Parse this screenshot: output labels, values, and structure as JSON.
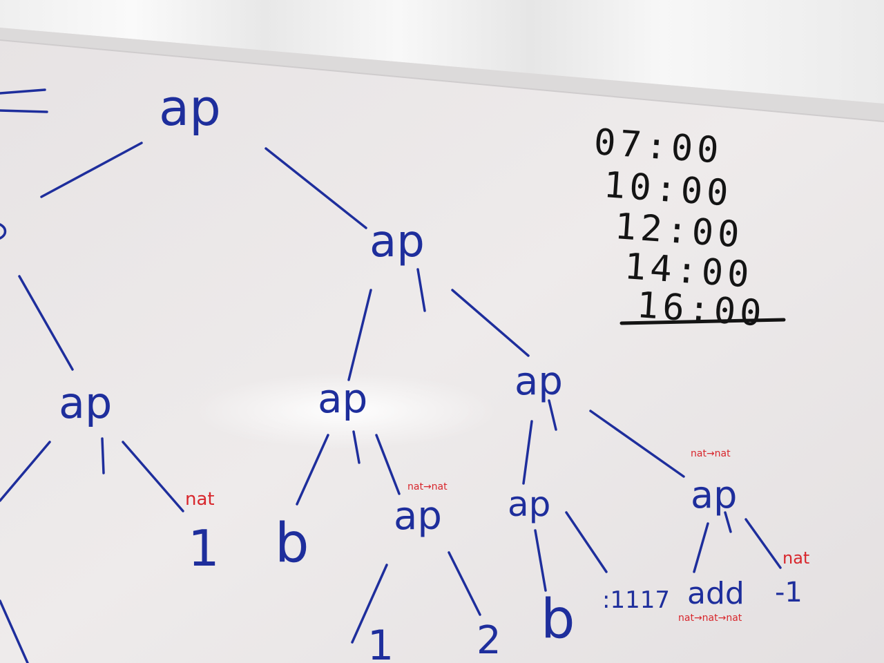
{
  "tree": {
    "root": "ap",
    "nodes": {
      "ap_right": "ap",
      "ap_left_mid": "ap",
      "ap_mid": "ap",
      "ap_right_mid": "ap",
      "ap_low_mid": "ap",
      "ap_low_right_a": "ap",
      "ap_low_right_b": "ap"
    },
    "leaves": {
      "one": "1",
      "b_a": "b",
      "b_b": "b",
      "one_low": "1",
      "two": "2",
      "list": ":1117",
      "add": "add",
      "minus_one": "-1"
    },
    "type_annotations": {
      "nat_a": "nat",
      "nat_to_nat_a": "nat→nat",
      "nat_to_nat_b": "nat→nat",
      "nat_b": "nat",
      "nat_nat_nat": "nat→nat→nat"
    }
  },
  "schedule": {
    "times": [
      "07:00",
      "10:00",
      "12:00",
      "14:00",
      "16:00"
    ]
  },
  "colors": {
    "board": "#ece9ea",
    "marker_blue": "#1e2e9c",
    "marker_red": "#d8262c",
    "marker_black": "#141414",
    "curtain": "#f4f4f4"
  }
}
